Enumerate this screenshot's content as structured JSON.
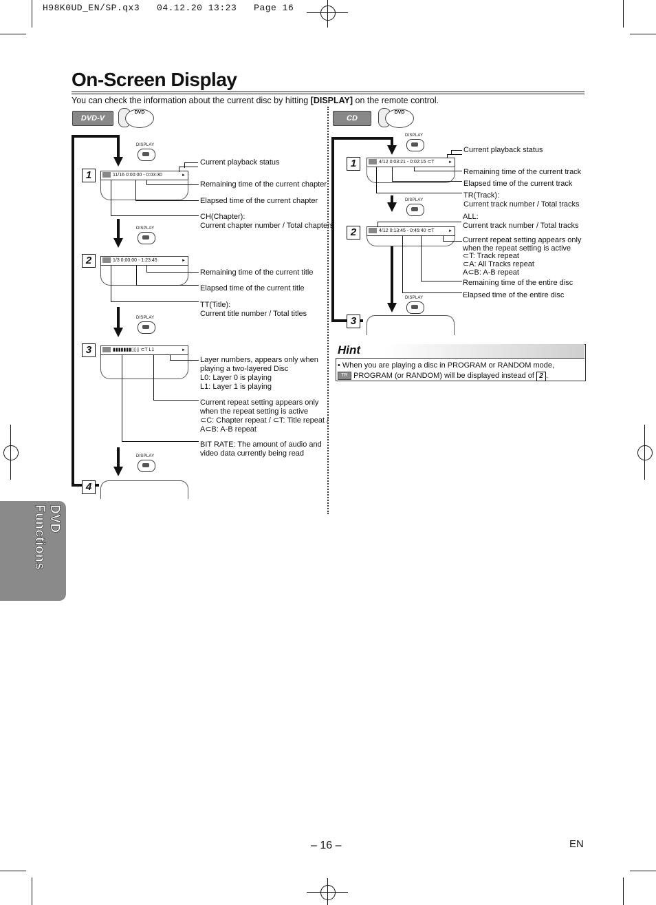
{
  "header": {
    "slug": "H98K0UD_EN/SP.qx3   04.12.20 13:23   Page 16"
  },
  "title": "On-Screen Display",
  "intro": {
    "before": "You can check the information about the current disc by hitting ",
    "key": "[DISPLAY]",
    "after": " on the remote control."
  },
  "dvd": {
    "badge": "DVD-V",
    "logo": "DVD",
    "display_label": "DISPLAY",
    "steps": [
      "1",
      "2",
      "3",
      "4"
    ],
    "osd1": {
      "values": "11/16  0:00:00 - 0:03:30",
      "play": "►"
    },
    "osd2": {
      "values": "1/3      0:00:00 - 1:23:45",
      "play": "►"
    },
    "osd3": {
      "values": "▮▮▮▮▮▮▮▯▯▯    ⊂T   L1",
      "play": "►"
    },
    "labels": {
      "playback_status": "Current playback status",
      "remain_chapter": "Remaining time of the current chapter",
      "elapsed_chapter": "Elapsed time of the current chapter",
      "ch_title": "CH(Chapter):",
      "ch_desc": "Current chapter number / Total chapters",
      "remain_title": "Remaining time of the current title",
      "elapsed_title": "Elapsed time of the current title",
      "tt_title": "TT(Title):",
      "tt_desc": "Current title number / Total titles",
      "layer_1": "Layer numbers, appears only when",
      "layer_2": "playing a two-layered Disc",
      "layer_3": "L0: Layer 0 is playing",
      "layer_4": "L1: Layer 1 is playing",
      "repeat_1": "Current repeat setting appears only",
      "repeat_2": "when the repeat setting is active",
      "repeat_3": "⊂C: Chapter repeat / ⊂T: Title repeat /",
      "repeat_4": "A⊂B: A-B repeat",
      "bitrate_1": "BIT RATE: The amount of audio and",
      "bitrate_2": "video data currently being read"
    }
  },
  "cd": {
    "badge": "CD",
    "logo": "DVD",
    "display_label": "DISPLAY",
    "steps": [
      "1",
      "2",
      "3"
    ],
    "osd1": {
      "values": "4/12  0:03:21 - 0:02:15    ⊂T",
      "play": "►"
    },
    "osd2": {
      "values": "4/12  0:13:45 - 0:45:40   ⊂T",
      "play": "►"
    },
    "labels": {
      "playback_status": "Current playback status",
      "remain_track": "Remaining time of the current track",
      "elapsed_track": "Elapsed time of the current track",
      "tr_title": "TR(Track):",
      "tr_desc": "Current track number / Total tracks",
      "all_title": "ALL:",
      "all_desc": "Current track number / Total tracks",
      "repeat_1": "Current repeat setting appears only",
      "repeat_2": "when the repeat setting is active",
      "repeat_3": "⊂T: Track repeat",
      "repeat_4": "⊂A: All Tracks repeat",
      "repeat_5": "A⊂B: A-B repeat",
      "remain_disc": "Remaining time of the entire disc",
      "elapsed_disc": "Elapsed time of the entire disc"
    }
  },
  "hint": {
    "title": "Hint",
    "line1": "• When you are playing a disc in PROGRAM or RANDOM  mode,",
    "icon": "TR",
    "line2": "PROGRAM (or RANDOM) will be displayed instead of",
    "step": "2",
    "end": "."
  },
  "side_tab": "DVD Functions",
  "footer": {
    "page": "– 16 –",
    "lang": "EN"
  }
}
